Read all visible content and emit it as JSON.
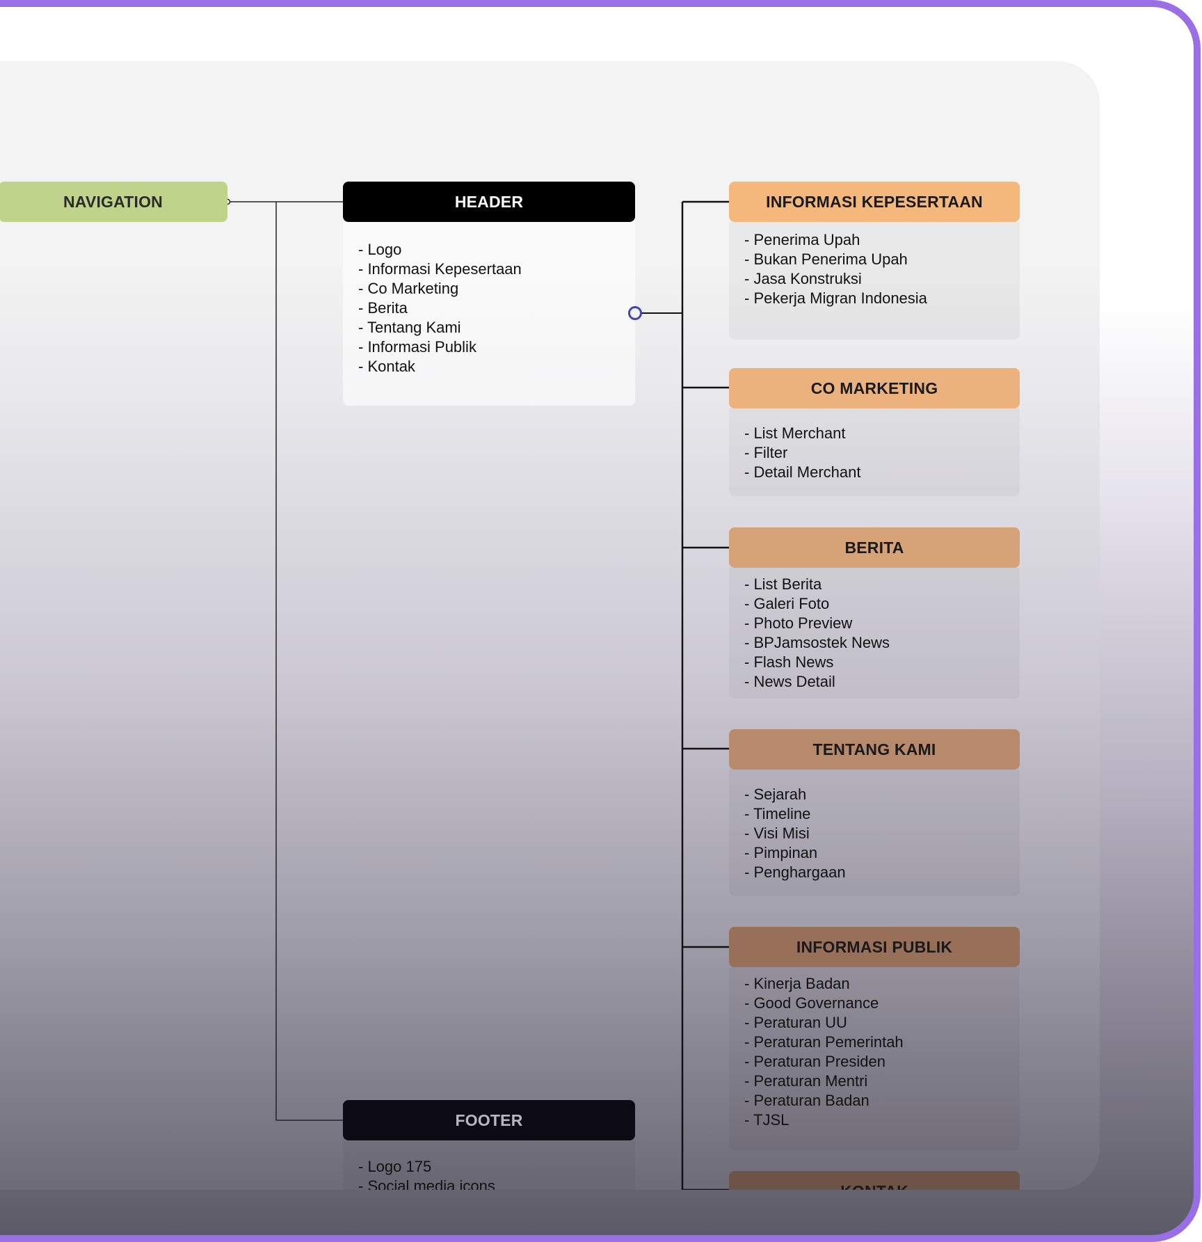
{
  "navigation": {
    "title": "NAVIGATION"
  },
  "header": {
    "title": "HEADER",
    "items": [
      "- Logo",
      "- Informasi Kepesertaan",
      "- Co Marketing",
      "- Berita",
      "- Tentang Kami",
      "- Informasi Publik",
      "- Kontak"
    ]
  },
  "footer": {
    "title": "FOOTER",
    "items": [
      "- Logo 175",
      "- Social media icons"
    ]
  },
  "sections": [
    {
      "title": "INFORMASI KEPESERTAAN",
      "color": "#f4b87c",
      "items": [
        "- Penerima Upah",
        "- Bukan Penerima Upah",
        "- Jasa Konstruksi",
        "- Pekerja Migran Indonesia"
      ]
    },
    {
      "title": "CO MARKETING",
      "color": "#ebb27e",
      "items": [
        "- List Merchant",
        "- Filter",
        "- Detail Merchant"
      ]
    },
    {
      "title": "BERITA",
      "color": "#d6a277",
      "items": [
        "- List Berita",
        "- Galeri Foto",
        "- Photo Preview",
        "- BPJamsostek News",
        "- Flash News",
        "- News Detail"
      ]
    },
    {
      "title": "TENTANG KAMI",
      "color": "#b88a6c",
      "items": [
        "- Sejarah",
        "- Timeline",
        "- Visi Misi",
        "- Pimpinan",
        "- Penghargaan"
      ]
    },
    {
      "title": "INFORMASI PUBLIK",
      "color": "#98705a",
      "items": [
        "- Kinerja Badan",
        "- Good Governance",
        "- Peraturan UU",
        "- Peraturan Pemerintah",
        "- Peraturan Presiden",
        "- Peraturan Mentri",
        "- Peraturan Badan",
        "- TJSL"
      ]
    },
    {
      "title": "KONTAK",
      "color": "#6e5446",
      "items": []
    }
  ]
}
